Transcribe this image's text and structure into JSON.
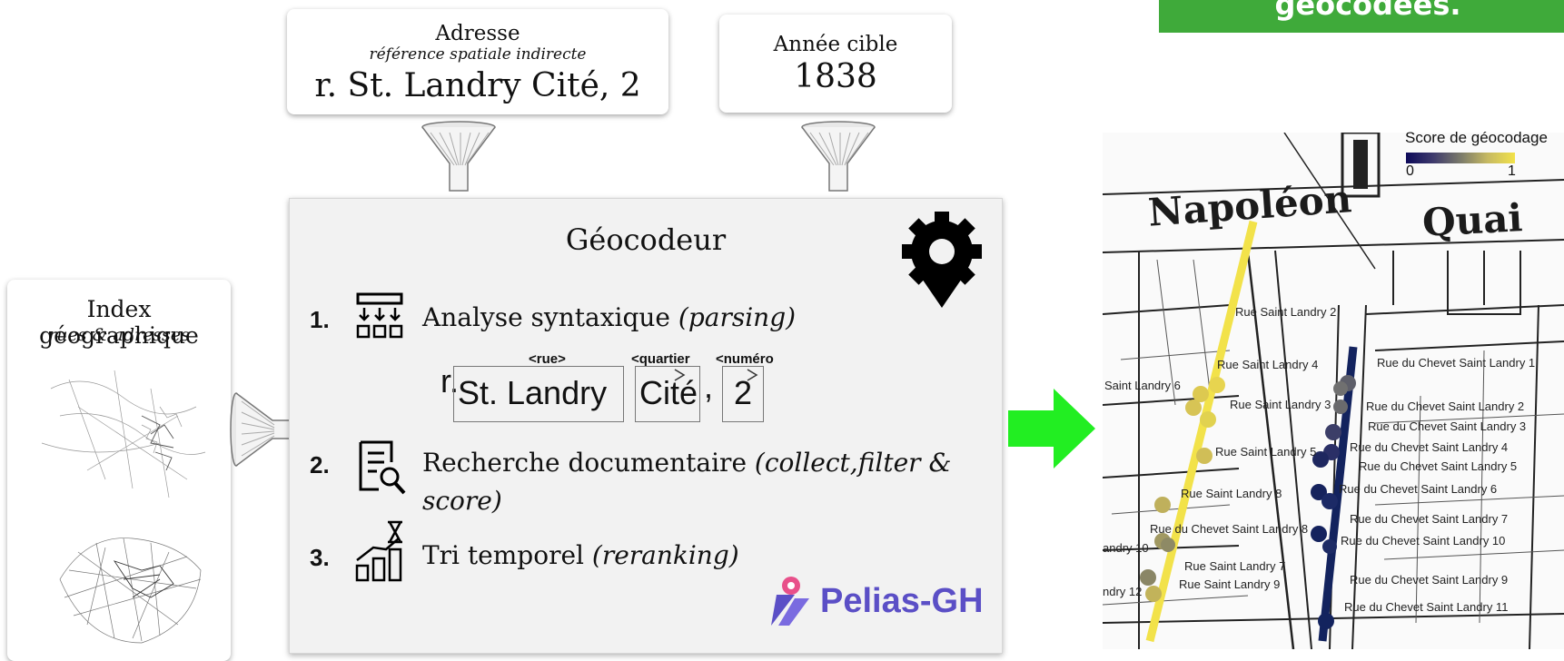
{
  "header_box": {
    "text": "géocodées."
  },
  "address_card": {
    "title": "Adresse",
    "subtitle": "référence spatiale indirecte",
    "value": "r. St. Landry Cité, 2"
  },
  "year_card": {
    "title": "Année cible",
    "value": "1838"
  },
  "index_card": {
    "title": "Index géographique",
    "subtitle": "rues & adresses"
  },
  "geocoder": {
    "title": "Géocodeur",
    "steps": [
      {
        "num": "1.",
        "label": "Analyse syntaxique",
        "detail": "(parsing)"
      },
      {
        "num": "2.",
        "label": "Recherche documentaire",
        "detail": "(collect,filter &",
        "detail2": "score)"
      },
      {
        "num": "3.",
        "label": "Tri temporel",
        "detail": "(reranking)"
      }
    ],
    "parse_tags": [
      "<rue>",
      "<quartier",
      "<numéro"
    ],
    "parse_tokens": {
      "prefix": "r.",
      "street": "St. Landry",
      "district": "Cité",
      "separator": ",",
      "number": "2"
    },
    "brand": "Pelias-GH",
    "brand_color": "#5b4fc6"
  },
  "map": {
    "words": [
      "Napoléon",
      "Quai"
    ],
    "legend": {
      "title": "Score de géocodage",
      "min": "0",
      "max": "1"
    },
    "labels_left": [
      "Rue Saint Landry 2",
      "Rue Saint Landry 4",
      "Saint Landry 6",
      "Rue Saint Landry 3",
      "Rue Saint Landry 5",
      "Rue Saint Landry 8",
      "Rue du Chevet Saint Landry 8",
      "andry 10",
      "Rue Saint Landry 7",
      "Rue Saint Landry 9",
      "ndry 12"
    ],
    "labels_right": [
      "Rue du Chevet Saint Landry 1",
      "Rue du Chevet Saint Landry 2",
      "Rue du Chevet Saint Landry 3",
      "Rue du Chevet Saint Landry 4",
      "Rue du Chevet Saint Landry 5",
      "Rue du Chevet Saint Landry 6",
      "Rue du Chevet Saint Landry 7",
      "Rue du Chevet Saint Landry 10",
      "Rue du Chevet Saint Landry 9",
      "Rue du Chevet Saint Landry 11"
    ],
    "colors": {
      "high_score": "#f2e24a",
      "low_score": "#13235e",
      "arrow": "#22ee22"
    }
  }
}
